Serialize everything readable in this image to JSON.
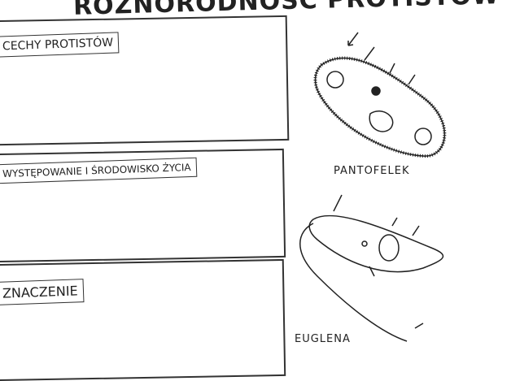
{
  "title": "RÓŻNORODNOŚĆ PROTISTÓW",
  "sections": [
    {
      "label": "CECHY PROTISTÓW"
    },
    {
      "label": "WYSTĘPOWANIE I ŚRODOWISKO ŻYCIA"
    },
    {
      "label": "ZNACZENIE"
    }
  ],
  "organisms": [
    {
      "caption": "PANTOFELEK"
    },
    {
      "caption": "EUGLENA"
    }
  ]
}
